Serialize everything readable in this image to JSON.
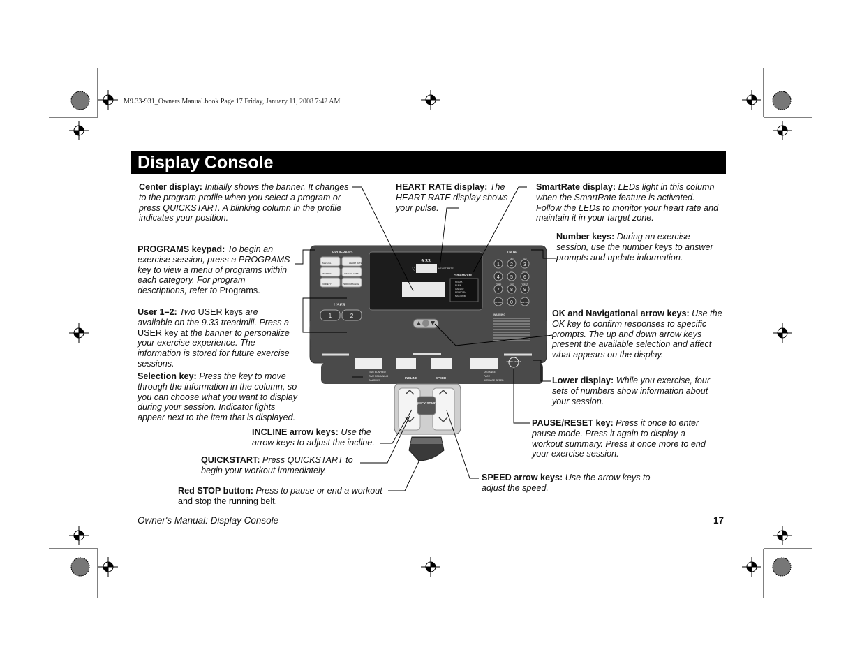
{
  "header_line": "M9.33-931_Owners Manual.book  Page 17  Friday, January 11, 2008  7:42 AM",
  "page_title": "Display Console",
  "callouts": {
    "center_display": {
      "label": "Center display:",
      "text": "Initially shows the banner. It changes to the program profile when you select a program or press QUICKSTART. A blinking column in the profile indicates your position."
    },
    "heart_rate": {
      "label": "HEART RATE display:",
      "text": "The HEART RATE display shows your pulse."
    },
    "smartrate": {
      "label": "SmartRate display:",
      "text": "LEDs light in this column when the SmartRate feature is activated. Follow the LEDs to monitor your heart rate and maintain it in your target zone."
    },
    "number_keys": {
      "label": "Number keys:",
      "text": "During an exercise session, use the number keys to answer prompts and update information."
    },
    "programs": {
      "label": "PROGRAMS keypad:",
      "text1": "To begin an exercise session, press a PROGRAMS key to view a menu of programs within each category. For program descriptions, refer to",
      "text2": "Programs."
    },
    "user": {
      "label": "User 1–2:",
      "text1": "Two",
      "text2": "USER keys",
      "text3": "are available on the 9.33 treadmill. Press a",
      "text4": "USER key at",
      "text5": "the banner to personalize your exercise experience. The information is stored for future exercise sessions."
    },
    "ok_nav": {
      "label": "OK and Navigational arrow keys:",
      "text": "Use the OK key to confirm responses to specific prompts. The up and down arrow keys present the available selection and affect what appears on the display."
    },
    "selection": {
      "label": "Selection key:",
      "text": "Press the key to move through the information in the column, so you can choose what you want to display during your session. Indicator lights appear next to the item that is displayed."
    },
    "lower_display": {
      "label": "Lower display:",
      "text": "While you exercise, four sets of numbers show information about your session."
    },
    "incline": {
      "label": "INCLINE arrow keys:",
      "text": "Use the arrow keys to adjust the incline."
    },
    "pause_reset": {
      "label": "PAUSE/RESET key:",
      "text": "Press it once to enter pause mode. Press it again to display a workout summary. Press it once more to end your exercise session."
    },
    "quickstart": {
      "label": "QUICKSTART:",
      "text": "Press QUICKSTART to begin your workout immediately."
    },
    "speed": {
      "label": "SPEED arrow keys:",
      "text": "Use the arrow keys to adjust the speed."
    },
    "stop": {
      "label": "Red STOP button:",
      "text1": "Press to pause or end a workout",
      "text2": "and stop the running belt."
    }
  },
  "console": {
    "programs_label": "PROGRAMS",
    "program_keys": [
      "MANUAL",
      "HEART RATE",
      "INTERVAL",
      "WEIGHT LOSS",
      "VARIETY",
      "PERFORMANCE"
    ],
    "data_label": "DATA",
    "number_keys": [
      "1",
      "2",
      "3",
      "4",
      "5",
      "6",
      "7",
      "8",
      "9",
      "CLEAR",
      "0",
      "ENTER"
    ],
    "number_letters": [
      "",
      "ABC",
      "DEF",
      "GHI",
      "JKL",
      "MNO",
      "PQRS",
      "TUV",
      "WXYZ"
    ],
    "brand": "9.33",
    "heart_rate_tag": "HEART RATE",
    "smartrate_label": "SmartRate",
    "smartrate_zones": [
      "RELAX",
      "BURN",
      "CARDIO",
      "PERFORM",
      "MAXIMUM"
    ],
    "user_label": "USER",
    "user_keys": [
      "1",
      "2"
    ],
    "left_indicators": [
      "TIME ELAPSED",
      "TIME REMAINING",
      "CALORIES"
    ],
    "right_indicators": [
      "DISTANCE",
      "PACE",
      "AVERAGE SPEED"
    ],
    "incline_label": "INCLINE",
    "speed_label": "SPEED",
    "quickstart_label": "QUICK START",
    "pause_label": "PAUSE RESET",
    "warning_label": "WARNING"
  },
  "footer": {
    "left": "Owner's Manual: Display Console",
    "page_number": "17"
  }
}
